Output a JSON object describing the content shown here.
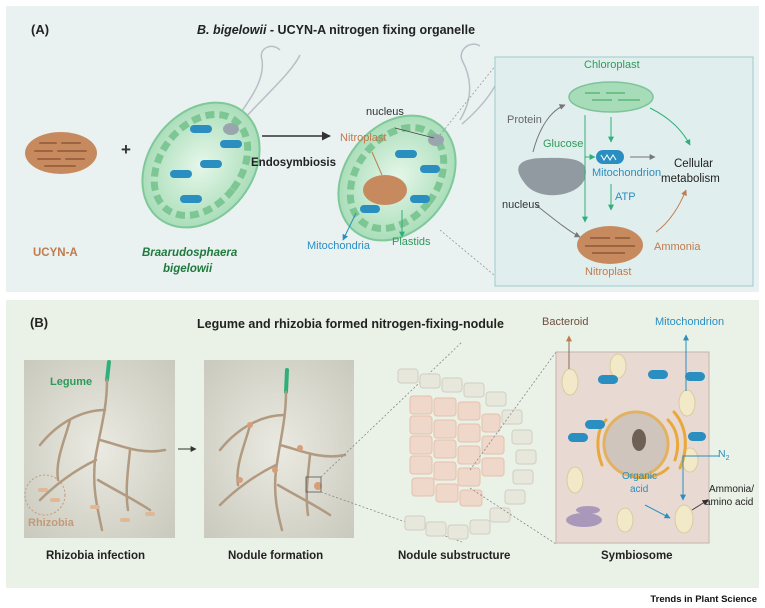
{
  "panel_a": {
    "tag": "(A)",
    "title_italic": "B. bigelowii",
    "title_rest": " - UCYN-A  nitrogen fixing organelle",
    "labels": {
      "ucyn_a": "UCYN-A",
      "plus": "+",
      "braaru_1": "Braarudosphaera",
      "braaru_2": "bigelowii",
      "endosymbiosis": "Endosymbiosis",
      "nucleus_top": "nucleus",
      "nitroplast_cell": "Nitroplast",
      "mitochondria": "Mitochondria",
      "plastids": "Plastids"
    },
    "inset": {
      "chloroplast": "Chloroplast",
      "protein": "Protein",
      "glucose": "Glucose",
      "mitochondrion": "Mitochondrion",
      "cellular_1": "Cellular",
      "cellular_2": "metabolism",
      "atp": "ATP",
      "nucleus": "nucleus",
      "nitroplast": "Nitroplast",
      "ammonia": "Ammonia"
    }
  },
  "panel_b": {
    "tag": "(B)",
    "title": "Legume and rhizobia formed nitrogen-fixing-nodule",
    "labels": {
      "legume": "Legume",
      "rhizobia": "Rhizobia",
      "bacteroid": "Bacteroid",
      "mitochondrion": "Mitochondrion",
      "n2": "N",
      "n2_sub": "2",
      "organic_1": "Organic",
      "organic_2": "acid",
      "ammonia_1": "Ammonia/",
      "ammonia_2": "amino acid"
    },
    "captions": [
      "Rhizobia infection",
      "Nodule formation",
      "Nodule substructure",
      "Symbiosome"
    ]
  },
  "brand": "Trends in Plant Science",
  "colors": {
    "panel_a_bg": "#e9f1f1",
    "panel_b_bg": "#eaf1e6",
    "nitroplast": "#c07b4e",
    "green_text": "#2e9a5a",
    "blue_text": "#2a8fc0",
    "dark_green_text": "#1f7a3d"
  }
}
